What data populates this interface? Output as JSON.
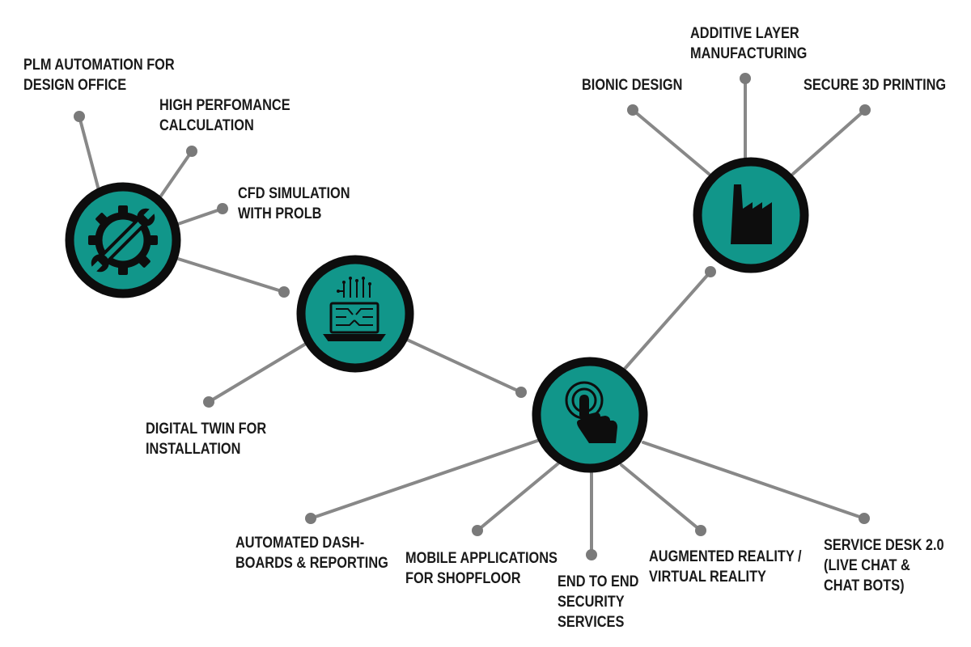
{
  "colors": {
    "hub_fill": "#11968a",
    "hub_ring": "#0d0d0d",
    "connector": "#888888",
    "dot": "#7a7a7a",
    "text": "#1a1a1a"
  },
  "hubs": {
    "tools": {
      "icon": "wrench-gear-icon"
    },
    "computer": {
      "icon": "laptop-circuit-icon"
    },
    "touch": {
      "icon": "touch-hand-icon"
    },
    "factory": {
      "icon": "factory-icon"
    }
  },
  "labels": {
    "plm": {
      "line1": "PLM AUTOMATION FOR",
      "line2": "DESIGN OFFICE"
    },
    "hpc": {
      "line1": "HIGH PERFOMANCE",
      "line2": "CALCULATION"
    },
    "cfd": {
      "line1": "CFD SIMULATION",
      "line2": "WITH PROLB"
    },
    "twin": {
      "line1": "DIGITAL TWIN FOR",
      "line2": "INSTALLATION"
    },
    "dash": {
      "line1": "AUTOMATED DASH-",
      "line2": "BOARDS & REPORTING"
    },
    "mobile": {
      "line1": "MOBILE APPLICATIONS",
      "line2": "FOR SHOPFLOOR"
    },
    "security": {
      "line1": "END TO END",
      "line2": "SECURITY",
      "line3": "SERVICES"
    },
    "ar": {
      "line1": "AUGMENTED REALITY /",
      "line2": "VIRTUAL REALITY"
    },
    "service": {
      "line1": "SERVICE DESK 2.0",
      "line2": "(LIVE CHAT &",
      "line3": "CHAT BOTS)"
    },
    "bionic": {
      "line1": "BIONIC DESIGN"
    },
    "additive": {
      "line1": "ADDITIVE LAYER",
      "line2": "MANUFACTURING"
    },
    "secure3d": {
      "line1": "SECURE 3D PRINTING"
    }
  }
}
